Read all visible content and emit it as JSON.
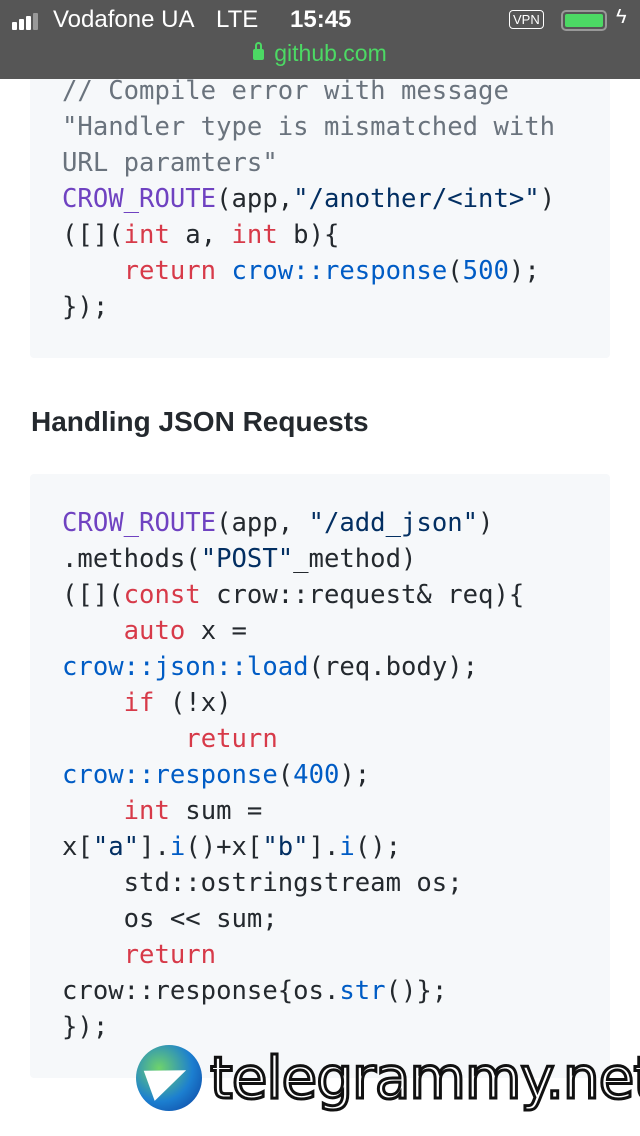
{
  "status_bar": {
    "carrier": "Vodafone UA",
    "network": "LTE",
    "time": "15:45",
    "vpn": "VPN",
    "url": "github.com"
  },
  "heading": "Handling JSON Requests",
  "code_block_1": [
    [
      [
        "// Compile error with message",
        "c"
      ]
    ],
    [
      [
        "\"Handler type is mismatched with",
        "c"
      ]
    ],
    [
      [
        "URL paramters\"",
        "c"
      ]
    ],
    [
      [
        "CROW_ROUTE",
        "p"
      ],
      [
        "(app,",
        ""
      ],
      [
        "\"/another/<int>\"",
        "s"
      ],
      [
        ")",
        ""
      ]
    ],
    [
      [
        "([](",
        ""
      ],
      [
        "int",
        "k"
      ],
      [
        " a, ",
        ""
      ],
      [
        "int",
        "k"
      ],
      [
        " b){",
        ""
      ]
    ],
    [
      [
        "    ",
        ""
      ],
      [
        "return",
        "k"
      ],
      [
        " ",
        ""
      ],
      [
        "crow::response",
        "b"
      ],
      [
        "(",
        ""
      ],
      [
        "500",
        "b"
      ],
      [
        ");",
        ""
      ]
    ],
    [
      [
        "});",
        ""
      ]
    ]
  ],
  "code_block_2": [
    [
      [
        "CROW_ROUTE",
        "p"
      ],
      [
        "(app, ",
        ""
      ],
      [
        "\"/add_json\"",
        "s"
      ],
      [
        ")",
        ""
      ]
    ],
    [
      [
        ".methods(",
        ""
      ],
      [
        "\"POST\"",
        "s"
      ],
      [
        "_method)",
        ""
      ]
    ],
    [
      [
        "([](",
        ""
      ],
      [
        "const",
        "k"
      ],
      [
        " crow::request& req){",
        ""
      ]
    ],
    [
      [
        "    ",
        ""
      ],
      [
        "auto",
        "k"
      ],
      [
        " x =",
        ""
      ]
    ],
    [
      [
        "crow::json::load",
        "b"
      ],
      [
        "(req.body);",
        ""
      ]
    ],
    [
      [
        "    ",
        ""
      ],
      [
        "if",
        "k"
      ],
      [
        " (!x)",
        ""
      ]
    ],
    [
      [
        "        ",
        ""
      ],
      [
        "return",
        "k"
      ]
    ],
    [
      [
        "crow::response",
        "b"
      ],
      [
        "(",
        ""
      ],
      [
        "400",
        "b"
      ],
      [
        ");",
        ""
      ]
    ],
    [
      [
        "    ",
        ""
      ],
      [
        "int",
        "k"
      ],
      [
        " sum =",
        ""
      ]
    ],
    [
      [
        "x[",
        ""
      ],
      [
        "\"a\"",
        "s"
      ],
      [
        "].",
        ""
      ],
      [
        "i",
        "b"
      ],
      [
        "()+x[",
        ""
      ],
      [
        "\"b\"",
        "s"
      ],
      [
        "].",
        ""
      ],
      [
        "i",
        "b"
      ],
      [
        "();",
        ""
      ]
    ],
    [
      [
        "    std::ostringstream os;",
        ""
      ]
    ],
    [
      [
        "    os << sum;",
        ""
      ]
    ],
    [
      [
        "    ",
        ""
      ],
      [
        "return",
        "k"
      ]
    ],
    [
      [
        "crow::response{os.",
        ""
      ],
      [
        "str",
        "b"
      ],
      [
        "()};",
        ""
      ]
    ],
    [
      [
        "});",
        ""
      ]
    ]
  ],
  "watermark": "telegrammy.net"
}
